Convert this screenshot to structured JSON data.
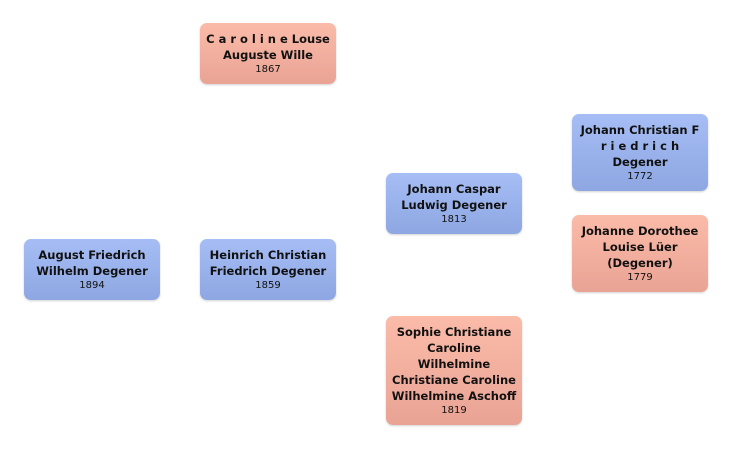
{
  "tree": {
    "people": {
      "caroline": {
        "name_line1": "C a r o l i n e Louse",
        "name_line2": "Auguste Wille",
        "year": "1867",
        "gender": "female"
      },
      "august": {
        "name_line1": "August Friedrich",
        "name_line2": "Wilhelm Degener",
        "year": "1894",
        "gender": "male"
      },
      "heinrich": {
        "name_line1": "Heinrich Christian",
        "name_line2": "Friedrich Degener",
        "year": "1859",
        "gender": "male"
      },
      "caspar": {
        "name_line1": "Johann Caspar",
        "name_line2": "Ludwig Degener",
        "year": "1813",
        "gender": "male"
      },
      "sophie": {
        "name_line1": "Sophie Christiane",
        "name_line2": "Caroline",
        "name_line3": "Wilhelmine",
        "name_line4": "Christiane Caroline",
        "name_line5": "Wilhelmine Aschoff",
        "year": "1819",
        "gender": "female"
      },
      "johann_christian": {
        "name_line1": "Johann Christian F",
        "name_line2": "r i e d r i c h",
        "name_line3": "Degener",
        "year": "1772",
        "gender": "male"
      },
      "johanne_dorothee": {
        "name_line1": "Johanne Dorothee",
        "name_line2": "Louise Lüer",
        "name_line3": "(Degener)",
        "year": "1779",
        "gender": "female"
      }
    },
    "colors": {
      "male": "#9bb2ec",
      "female": "#f4b0a0"
    }
  }
}
